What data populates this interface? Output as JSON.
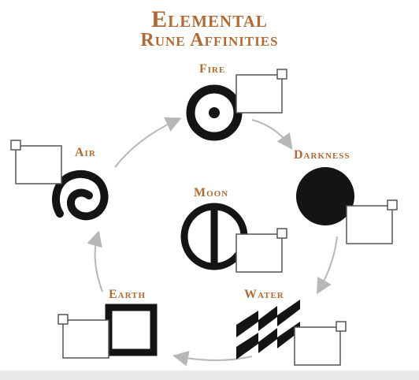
{
  "title": {
    "line1": "Elemental",
    "line2": "Rune Affinities"
  },
  "runes": {
    "fire": "Fire",
    "darkness": "Darkness",
    "water": "Water",
    "earth": "Earth",
    "air": "Air",
    "moon": "Moon"
  },
  "colors": {
    "label": "#b06a36",
    "rune_ink": "#141414",
    "arrow": "#b7b7b7",
    "box_stroke": "#555555",
    "footer": "#e9e9e9"
  }
}
